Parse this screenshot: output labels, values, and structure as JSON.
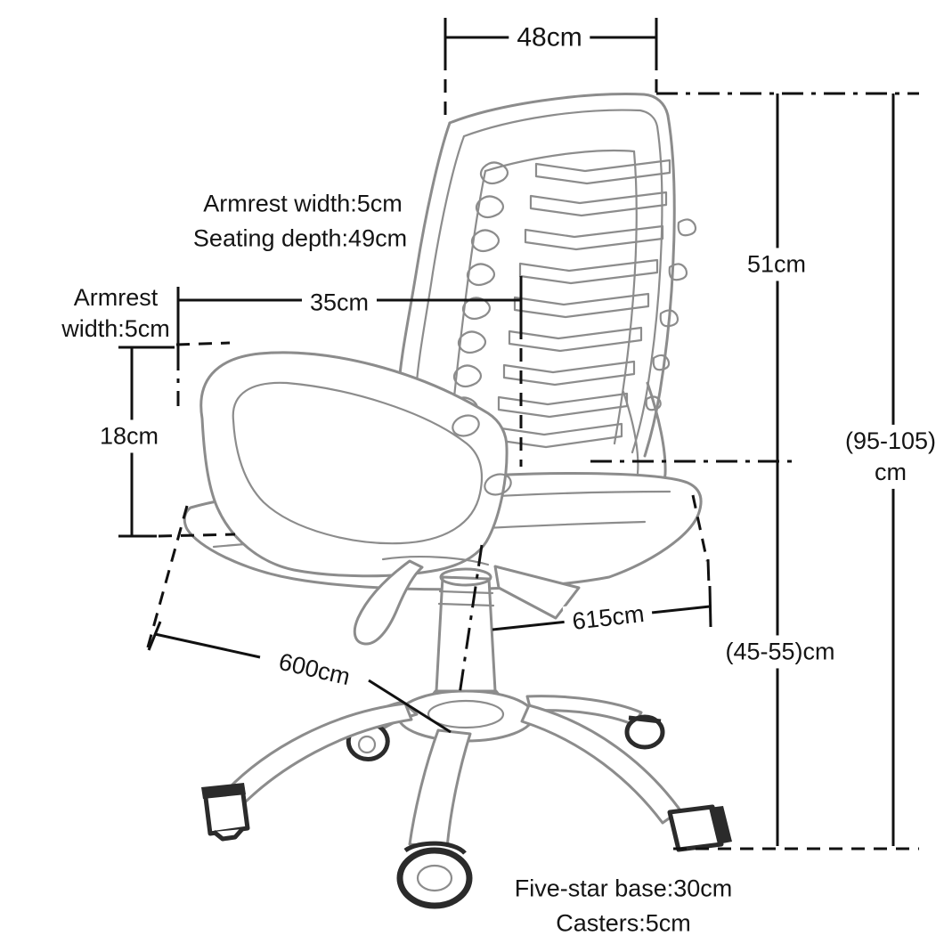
{
  "diagram": {
    "title": "Office chair dimension diagram",
    "labels": {
      "back_width": "48cm",
      "armrest_width_note": "Armrest width:5cm",
      "seating_depth_note": "Seating depth:49cm",
      "armrest_caption_line1": "Armrest",
      "armrest_caption_line2": "width:5cm",
      "lumbar_width": "35cm",
      "back_height": "51cm",
      "armrest_height": "18cm",
      "overall_height_line1": "(95-105)",
      "overall_height_line2": "cm",
      "seat_width_diagonal": "615cm",
      "seat_depth_diagonal": "600cm",
      "seat_height_range": "(45-55)cm",
      "base_note": "Five-star base:30cm",
      "casters_note": "Casters:5cm"
    },
    "colors": {
      "dimension_line": "#111111",
      "sketch_stroke": "#8c8c8c",
      "caster_stroke": "#2b2b2b",
      "text": "#141414",
      "background": "#ffffff"
    }
  }
}
